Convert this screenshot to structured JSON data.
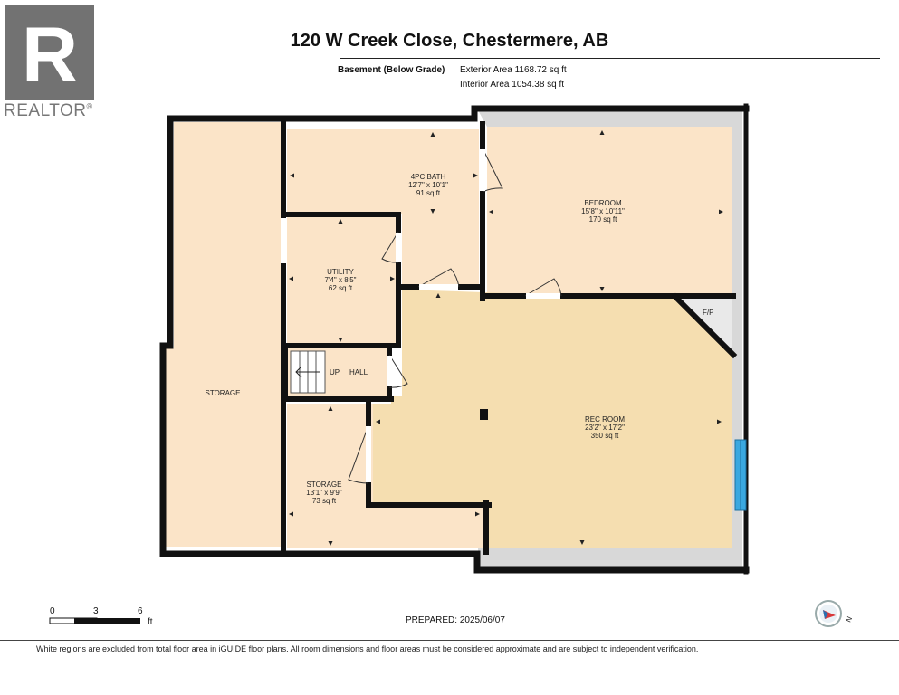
{
  "brand": {
    "logo_letter": "R",
    "logo_word": "REALTOR",
    "logo_mark": "®"
  },
  "header": {
    "title": "120 W Creek Close, Chestermere, AB",
    "level": "Basement (Below Grade)",
    "exterior_area": "Exterior Area 1168.72 sq ft",
    "interior_area": "Interior Area 1054.38 sq ft"
  },
  "rooms": {
    "bath": {
      "name": "4PC BATH",
      "dims": "12'7\" x 10'1\"",
      "area": "91 sq ft"
    },
    "bedroom": {
      "name": "BEDROOM",
      "dims": "15'8\" x 10'11\"",
      "area": "170 sq ft"
    },
    "utility": {
      "name": "UTILITY",
      "dims": "7'4\" x 8'5\"",
      "area": "62 sq ft"
    },
    "storage_large": {
      "name": "STORAGE"
    },
    "storage_small": {
      "name": "STORAGE",
      "dims": "13'1\" x 9'9\"",
      "area": "73 sq ft"
    },
    "rec": {
      "name": "REC ROOM",
      "dims": "23'2\" x 17'2\"",
      "area": "350 sq ft"
    },
    "hall": {
      "name": "HALL"
    },
    "stairs": {
      "label": "UP"
    },
    "fireplace": {
      "label": "F/P"
    }
  },
  "scale": {
    "ticks": [
      "0",
      "3",
      "6"
    ],
    "unit": "ft"
  },
  "compass": {
    "label": "N"
  },
  "prepared": "PREPARED: 2025/06/07",
  "disclaimer": "White regions are excluded from total floor area in iGUIDE floor plans. All room dimensions and floor areas must be considered approximate and are subject to independent verification.",
  "colors": {
    "wall": "#111111",
    "room_fill": "#fbe4c8",
    "rec_fill": "#f5deb0",
    "white_region": "#d8d8d8",
    "window": "#3aa8e0"
  }
}
